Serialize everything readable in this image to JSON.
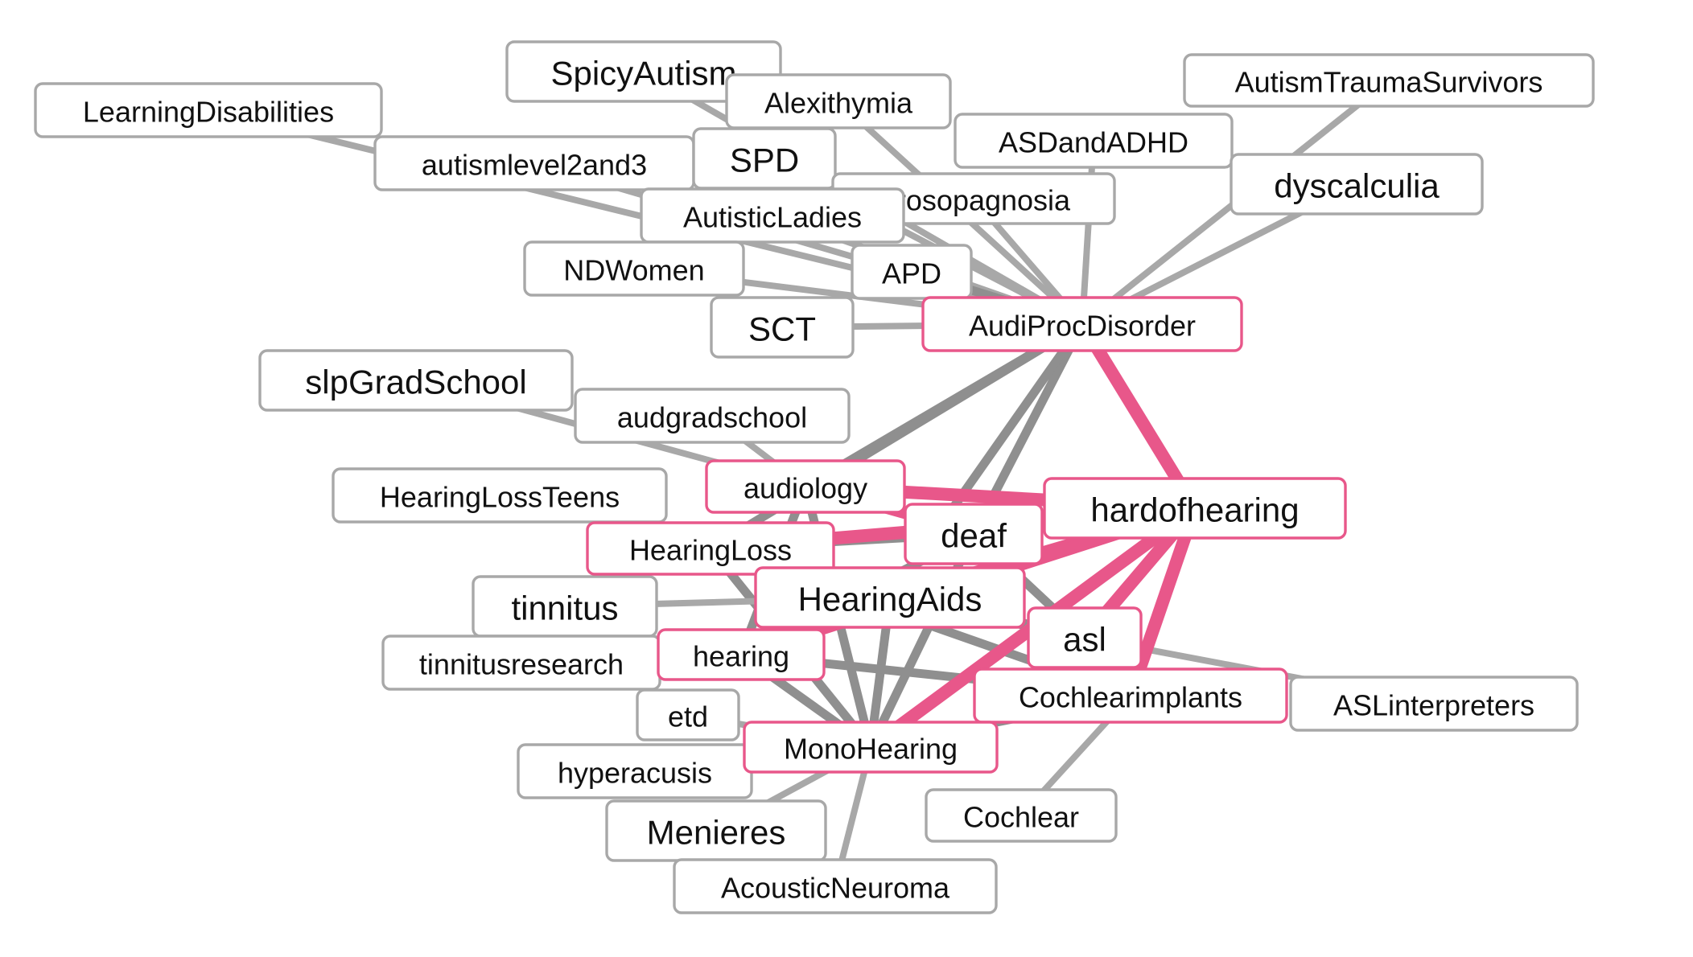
{
  "colors": {
    "highlight": "#e8578a",
    "edge_gray": "#a8a8a8",
    "edge_dark": "#8f8f8f",
    "node_gray": "#a8a8a8",
    "text": "#111111"
  },
  "nodes": [
    {
      "id": "SpicyAutism",
      "label": "SpicyAutism",
      "size": "large",
      "highlight": false
    },
    {
      "id": "Alexithymia",
      "label": "Alexithymia",
      "size": "medium",
      "highlight": false
    },
    {
      "id": "LearningDisabilities",
      "label": "LearningDisabilities",
      "size": "medium",
      "highlight": false
    },
    {
      "id": "AutismTraumaSurvivors",
      "label": "AutismTraumaSurvivors",
      "size": "medium",
      "highlight": false
    },
    {
      "id": "ASDandADHD",
      "label": "ASDandADHD",
      "size": "medium",
      "highlight": false
    },
    {
      "id": "autismlevel2and3",
      "label": "autismlevel2and3",
      "size": "medium",
      "highlight": false
    },
    {
      "id": "SPD",
      "label": "SPD",
      "size": "large",
      "highlight": false
    },
    {
      "id": "Prosopagnosia",
      "label": "Prosopagnosia",
      "size": "medium",
      "highlight": false
    },
    {
      "id": "dyscalculia",
      "label": "dyscalculia",
      "size": "large",
      "highlight": false
    },
    {
      "id": "AutisticLadies",
      "label": "AutisticLadies",
      "size": "medium",
      "highlight": false
    },
    {
      "id": "NDWomen",
      "label": "NDWomen",
      "size": "medium",
      "highlight": false
    },
    {
      "id": "APD",
      "label": "APD",
      "size": "medium",
      "highlight": false
    },
    {
      "id": "SCT",
      "label": "SCT",
      "size": "large",
      "highlight": false
    },
    {
      "id": "AudiProcDisorder",
      "label": "AudiProcDisorder",
      "size": "medium",
      "highlight": true
    },
    {
      "id": "slpGradSchool",
      "label": "slpGradSchool",
      "size": "large",
      "highlight": false
    },
    {
      "id": "audgradschool",
      "label": "audgradschool",
      "size": "medium",
      "highlight": false
    },
    {
      "id": "HearingLossTeens",
      "label": "HearingLossTeens",
      "size": "medium",
      "highlight": false
    },
    {
      "id": "audiology",
      "label": "audiology",
      "size": "medium",
      "highlight": true
    },
    {
      "id": "hardofhearing",
      "label": "hardofhearing",
      "size": "large",
      "highlight": true
    },
    {
      "id": "deaf",
      "label": "deaf",
      "size": "large",
      "highlight": true
    },
    {
      "id": "HearingLoss",
      "label": "HearingLoss",
      "size": "medium",
      "highlight": true
    },
    {
      "id": "tinnitus",
      "label": "tinnitus",
      "size": "large",
      "highlight": false
    },
    {
      "id": "HearingAids",
      "label": "HearingAids",
      "size": "large",
      "highlight": true
    },
    {
      "id": "asl",
      "label": "asl",
      "size": "large",
      "highlight": true
    },
    {
      "id": "tinnitusresearch",
      "label": "tinnitusresearch",
      "size": "medium",
      "highlight": false
    },
    {
      "id": "hearing",
      "label": "hearing",
      "size": "medium",
      "highlight": true
    },
    {
      "id": "Cochlearimplants",
      "label": "Cochlearimplants",
      "size": "medium",
      "highlight": true
    },
    {
      "id": "ASLinterpreters",
      "label": "ASLinterpreters",
      "size": "medium",
      "highlight": false
    },
    {
      "id": "etd",
      "label": "etd",
      "size": "medium",
      "highlight": false
    },
    {
      "id": "MonoHearing",
      "label": "MonoHearing",
      "size": "medium",
      "highlight": true
    },
    {
      "id": "hyperacusis",
      "label": "hyperacusis",
      "size": "medium",
      "highlight": false
    },
    {
      "id": "Cochlear",
      "label": "Cochlear",
      "size": "medium",
      "highlight": false
    },
    {
      "id": "Menieres",
      "label": "Menieres",
      "size": "large",
      "highlight": false
    },
    {
      "id": "AcousticNeuroma",
      "label": "AcousticNeuroma",
      "size": "medium",
      "highlight": false
    }
  ],
  "edges": [
    {
      "source": "SpicyAutism",
      "target": "AudiProcDisorder",
      "weight": 1,
      "highlight": false
    },
    {
      "source": "Alexithymia",
      "target": "AudiProcDisorder",
      "weight": 1,
      "highlight": false
    },
    {
      "source": "LearningDisabilities",
      "target": "AudiProcDisorder",
      "weight": 1,
      "highlight": false
    },
    {
      "source": "autismlevel2and3",
      "target": "AudiProcDisorder",
      "weight": 1,
      "highlight": false
    },
    {
      "source": "SPD",
      "target": "AudiProcDisorder",
      "weight": 1,
      "highlight": false
    },
    {
      "source": "AutisticLadies",
      "target": "AudiProcDisorder",
      "weight": 1,
      "highlight": false
    },
    {
      "source": "NDWomen",
      "target": "AudiProcDisorder",
      "weight": 1,
      "highlight": false
    },
    {
      "source": "APD",
      "target": "AudiProcDisorder",
      "weight": 2,
      "highlight": false
    },
    {
      "source": "Prosopagnosia",
      "target": "AudiProcDisorder",
      "weight": 1,
      "highlight": false
    },
    {
      "source": "ASDandADHD",
      "target": "AudiProcDisorder",
      "weight": 1,
      "highlight": false
    },
    {
      "source": "AutismTraumaSurvivors",
      "target": "AudiProcDisorder",
      "weight": 1,
      "highlight": false
    },
    {
      "source": "dyscalculia",
      "target": "AudiProcDisorder",
      "weight": 1,
      "highlight": false
    },
    {
      "source": "SCT",
      "target": "AudiProcDisorder",
      "weight": 1,
      "highlight": false
    },
    {
      "source": "AudiProcDisorder",
      "target": "hardofhearing",
      "weight": 3,
      "highlight": true
    },
    {
      "source": "AudiProcDisorder",
      "target": "audiology",
      "weight": 2,
      "highlight": false
    },
    {
      "source": "AudiProcDisorder",
      "target": "deaf",
      "weight": 2,
      "highlight": false
    },
    {
      "source": "AudiProcDisorder",
      "target": "HearingLoss",
      "weight": 2,
      "highlight": false
    },
    {
      "source": "AudiProcDisorder",
      "target": "HearingAids",
      "weight": 2,
      "highlight": false
    },
    {
      "source": "slpGradSchool",
      "target": "audiology",
      "weight": 1,
      "highlight": false
    },
    {
      "source": "audgradschool",
      "target": "audiology",
      "weight": 1,
      "highlight": false
    },
    {
      "source": "audiology",
      "target": "deaf",
      "weight": 2,
      "highlight": true
    },
    {
      "source": "audiology",
      "target": "hardofhearing",
      "weight": 3,
      "highlight": true
    },
    {
      "source": "audiology",
      "target": "MonoHearing",
      "weight": 2,
      "highlight": false
    },
    {
      "source": "audiology",
      "target": "hearing",
      "weight": 2,
      "highlight": false
    },
    {
      "source": "HearingLoss",
      "target": "hardofhearing",
      "weight": 3,
      "highlight": true
    },
    {
      "source": "HearingLoss",
      "target": "deaf",
      "weight": 2,
      "highlight": false
    },
    {
      "source": "HearingLoss",
      "target": "MonoHearing",
      "weight": 2,
      "highlight": false
    },
    {
      "source": "HearingLoss",
      "target": "Cochlearimplants",
      "weight": 2,
      "highlight": false
    },
    {
      "source": "HearingLoss",
      "target": "asl",
      "weight": 2,
      "highlight": false
    },
    {
      "source": "HearingAids",
      "target": "hardofhearing",
      "weight": 3,
      "highlight": true
    },
    {
      "source": "HearingAids",
      "target": "MonoHearing",
      "weight": 2,
      "highlight": false
    },
    {
      "source": "HearingAids",
      "target": "asl",
      "weight": 2,
      "highlight": false
    },
    {
      "source": "deaf",
      "target": "asl",
      "weight": 2,
      "highlight": false
    },
    {
      "source": "deaf",
      "target": "MonoHearing",
      "weight": 2,
      "highlight": false
    },
    {
      "source": "deaf",
      "target": "hearing",
      "weight": 2,
      "highlight": false
    },
    {
      "source": "hardofhearing",
      "target": "asl",
      "weight": 3,
      "highlight": true
    },
    {
      "source": "hardofhearing",
      "target": "Cochlearimplants",
      "weight": 3,
      "highlight": true
    },
    {
      "source": "hardofhearing",
      "target": "MonoHearing",
      "weight": 3,
      "highlight": true
    },
    {
      "source": "hardofhearing",
      "target": "hearing",
      "weight": 3,
      "highlight": true
    },
    {
      "source": "asl",
      "target": "ASLinterpreters",
      "weight": 1,
      "highlight": false
    },
    {
      "source": "asl",
      "target": "Cochlearimplants",
      "weight": 2,
      "highlight": false
    },
    {
      "source": "Cochlearimplants",
      "target": "Cochlear",
      "weight": 1,
      "highlight": false
    },
    {
      "source": "Cochlearimplants",
      "target": "MonoHearing",
      "weight": 2,
      "highlight": false
    },
    {
      "source": "hearing",
      "target": "Cochlearimplants",
      "weight": 2,
      "highlight": false
    },
    {
      "source": "hearing",
      "target": "MonoHearing",
      "weight": 2,
      "highlight": false
    },
    {
      "source": "HearingLossTeens",
      "target": "HearingLoss",
      "weight": 1,
      "highlight": false
    },
    {
      "source": "tinnitus",
      "target": "HearingAids",
      "weight": 1,
      "highlight": false
    },
    {
      "source": "tinnitusresearch",
      "target": "hearing",
      "weight": 1,
      "highlight": false
    },
    {
      "source": "etd",
      "target": "MonoHearing",
      "weight": 1,
      "highlight": false
    },
    {
      "source": "hyperacusis",
      "target": "MonoHearing",
      "weight": 1,
      "highlight": false
    },
    {
      "source": "Menieres",
      "target": "MonoHearing",
      "weight": 1,
      "highlight": false
    },
    {
      "source": "AcousticNeuroma",
      "target": "MonoHearing",
      "weight": 1,
      "highlight": false
    }
  ]
}
